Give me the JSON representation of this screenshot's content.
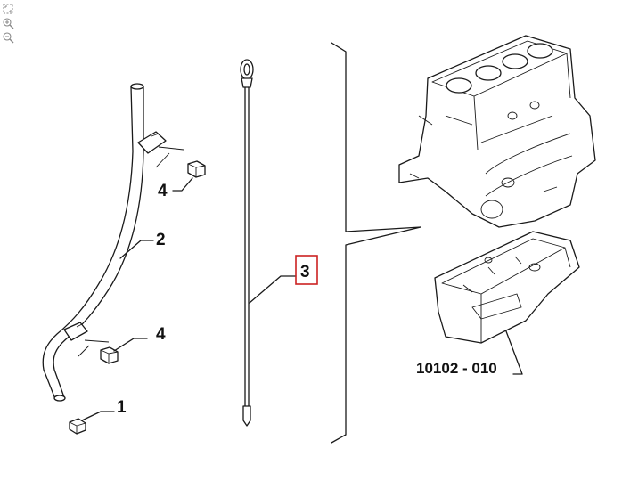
{
  "toolbar": {
    "fit_icon": "fit-to-screen-icon",
    "zoom_in_icon": "zoom-in-icon",
    "zoom_out_icon": "zoom-out-icon"
  },
  "callouts": {
    "part_1": "1",
    "part_2": "2",
    "part_3": "3",
    "part_4_upper": "4",
    "part_4_lower": "4",
    "reference": "10102 - 010"
  },
  "colors": {
    "line": "#1a1a1a",
    "highlight_box": "#cc2222",
    "background": "#ffffff"
  }
}
